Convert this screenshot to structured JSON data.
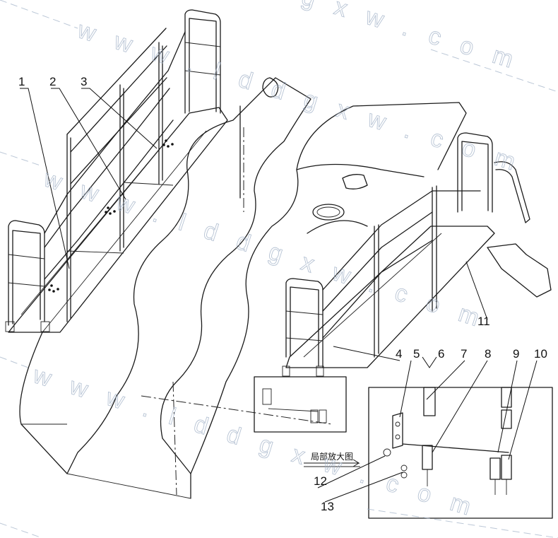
{
  "callouts": {
    "c1": "1",
    "c2": "2",
    "c3": "3",
    "c4": "4",
    "c5": "5",
    "c6": "6",
    "c7": "7",
    "c8": "8",
    "c9": "9",
    "c10": "10",
    "c11": "11",
    "c12": "12",
    "c13": "13"
  },
  "detail_caption": "局部放大图",
  "watermark": {
    "w1": "w w w . l d d g x w . c o m",
    "w2": "w w w . l d d g x w . c o m",
    "w3": "w w w . l d d g x w . c o m",
    "w4": "g x w . c o m"
  },
  "colors": {
    "line": "#1a1a1a",
    "watermark": "#9fb0c6"
  }
}
